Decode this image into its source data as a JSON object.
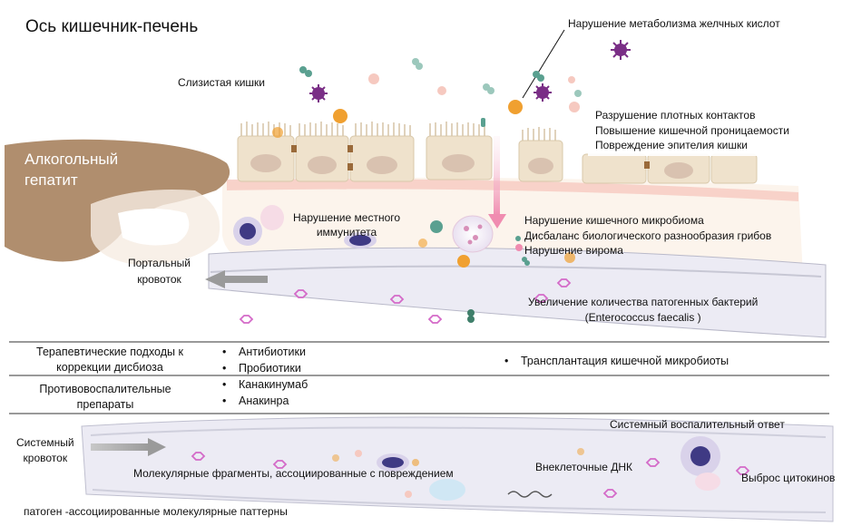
{
  "title": "Ось кишечник-печень",
  "labels": {
    "mucosa": "Слизистая кишки",
    "bile_acids": "Нарушение метаболизма желчных кислот",
    "tight_junctions": [
      "Разрушение плотных контактов",
      "Повышение кишечной проницаемости",
      "Повреждение эпителия кишки"
    ],
    "liver": [
      "Алкогольный",
      "гепатит"
    ],
    "local_immunity": [
      "Нарушение местного",
      "иммунитета"
    ],
    "microbiome": [
      "Нарушение кишечного  микробиома",
      "Дисбаланс биологического разнообразия грибов",
      "Нарушение вирома"
    ],
    "portal_flow": [
      "Портальный",
      "кровоток"
    ],
    "pathogens": [
      "Увеличение количества патогенных бактерий",
      "(Enterococcus faecalis )"
    ],
    "systemic_response": "Системный воспалительный ответ",
    "systemic_flow": [
      "Системный",
      "кровоток"
    ],
    "damp": "Молекулярные фрагменты, ассоциированные  с повреждением",
    "extracellular_dna": "Внеклеточные ДНК",
    "cytokines": "Выброс цитокинов",
    "pamp": "патоген -ассоциированные молекулярные паттерны"
  },
  "table": {
    "row1_heading": [
      "Терапевтические подходы к",
      "коррекции дисбиоза"
    ],
    "row1_items": [
      "Антибиотики",
      "Пробиотики"
    ],
    "row1_right": "Трансплантация кишечной  микробиоты",
    "row2_heading": [
      "Противовоспалительные",
      "препараты"
    ],
    "row2_items": [
      "Канакинумаб",
      "Анакинра"
    ]
  },
  "colors": {
    "liver": "#b08e6e",
    "epithelium": "#efe2cc",
    "vessel": "#ecebf4",
    "virus": "#7a2e86",
    "bile_acid": "#f0a030",
    "bacteria": "#5aa090",
    "arrow": "#f4a6c0"
  }
}
